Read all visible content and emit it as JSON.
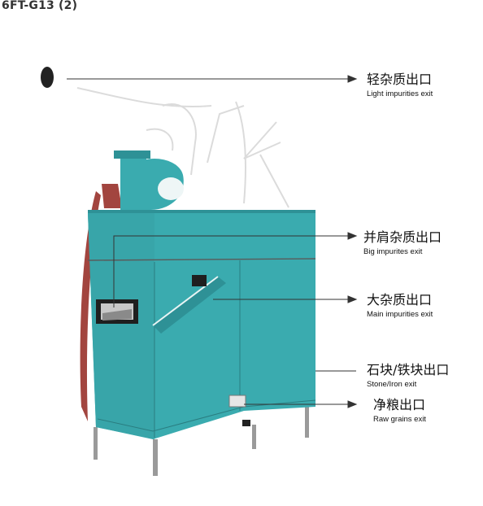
{
  "title": "6FT-G13 (2)",
  "labels": {
    "light": {
      "zh": "轻杂质出口",
      "en": "Light impurities exit"
    },
    "big": {
      "zh": "并肩杂质出口",
      "en": "Big impurites exit"
    },
    "main": {
      "zh": "大杂质出口",
      "en": "Main impurities exit"
    },
    "stone": {
      "zh": "石块/铁块出口",
      "en": "Stone/Iron exit"
    },
    "raw": {
      "zh": "净粮出口",
      "en": "Raw grains exit"
    }
  },
  "colors": {
    "machine": "#3AABAF",
    "machine_dark": "#2E9196",
    "belt": "#A2453F",
    "leader": "#333333"
  }
}
